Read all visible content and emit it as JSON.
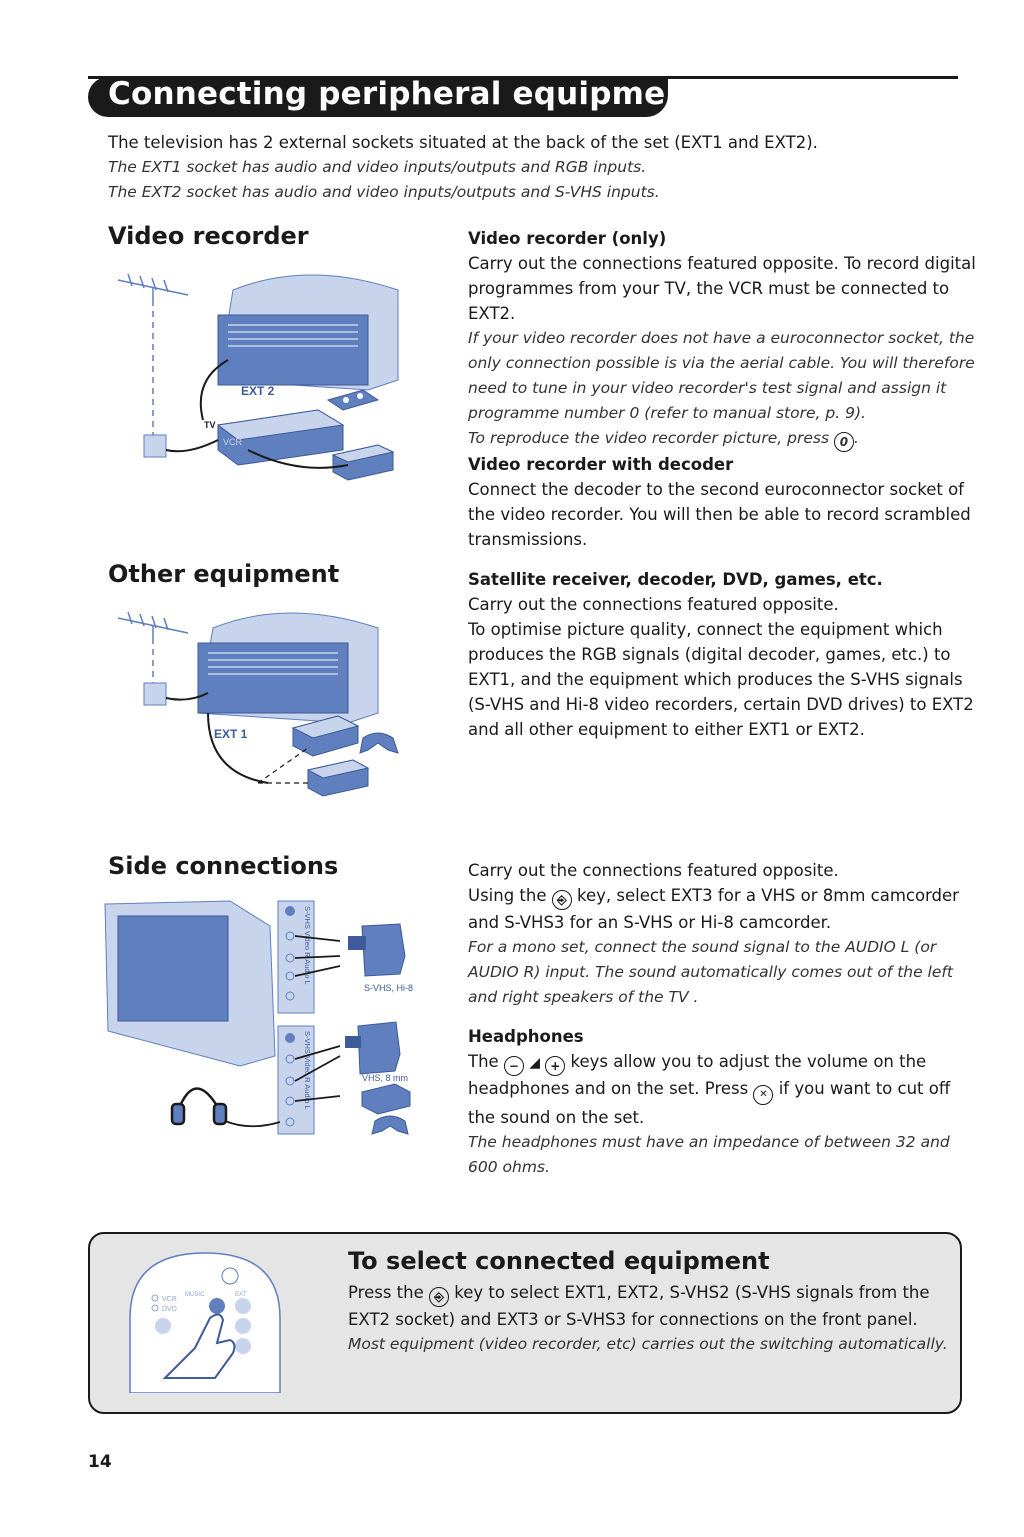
{
  "header": {
    "title": "Connecting peripheral equipment"
  },
  "intro": {
    "line1": "The television has 2 external sockets situated at the back of the set (EXT1 and EXT2).",
    "line2": "The EXT1 socket has audio and video inputs/outputs and RGB inputs.",
    "line3": "The EXT2 socket has audio and video inputs/outputs and S-VHS inputs."
  },
  "video_recorder": {
    "title": "Video recorder",
    "illus_label": "EXT 2",
    "illus_tv_label": "TV",
    "illus_vcr_label": "VCR",
    "sub1": "Video recorder (only)",
    "p1": "Carry out the connections featured opposite. To record digital programmes from your TV, the VCR must be connected to EXT2.",
    "p1_it": "If your video recorder does not have a euroconnector socket, the only connection possible is via the aerial cable. You will therefore need to tune in your video recorder's test signal and assign it programme number 0 (refer to manual store, p. 9).",
    "p2_it_before": "To reproduce the video recorder picture, press",
    "p2_key": "0",
    "p2_it_after": ".",
    "sub2": "Video recorder with decoder",
    "p3": "Connect the decoder to the second euroconnector socket of the video recorder. You will then be able to record scrambled transmissions."
  },
  "other_equipment": {
    "title": "Other equipment",
    "illus_label": "EXT 1",
    "sub1": "Satellite receiver, decoder, DVD, games, etc.",
    "p1": "Carry out the connections featured opposite.",
    "p2": "To optimise picture quality, connect the equipment which produces the RGB signals (digital decoder, games, etc.) to EXT1, and the equipment which produces the S-VHS signals (S-VHS and Hi-8 video recorders, certain DVD drives) to EXT2 and all other equipment to either EXT1 or EXT2."
  },
  "side_connections": {
    "title": "Side connections",
    "illus_label1": "S-VHS, Hi-8",
    "illus_label2": "VHS, 8 mm",
    "illus_socket1": "S-VHS   Video   R Audio L",
    "illus_socket2": "S-VHS   Video   R Audio L",
    "p1": "Carry out the connections featured opposite.",
    "p2_before": "Using the",
    "p2_after": "key, select EXT3 for a VHS or 8mm camcorder and S-VHS3 for an S-VHS or Hi-8 camcorder.",
    "p3_it": "For a mono set, connect the sound signal to the AUDIO L (or AUDIO R) input. The sound automatically comes out of the left and right speakers of the TV .",
    "sub2": "Headphones",
    "p4_before": "The",
    "p4_key_minus": "−",
    "p4_key_plus": "+",
    "p4_middle": "keys allow you to adjust the volume on the headphones and on the set. Press",
    "p4_after": "if you want to cut off the sound on the set.",
    "p5_it": "The headphones must have an impedance of between 32 and 600 ohms."
  },
  "select_box": {
    "title": "To select connected equipment",
    "p1_before": "Press the",
    "p1_after": "key to select EXT1, EXT2, S-VHS2 (S-VHS signals from the EXT2 socket) and EXT3 or S-VHS3 for connections on the front panel.",
    "p2_it": "Most equipment (video recorder, etc) carries out the switching automatically.",
    "remote_vcr": "VCR",
    "remote_dvd": "DVD",
    "remote_music": "MUSIC",
    "remote_ext": "EXT"
  },
  "footer": {
    "page_number": "14"
  },
  "colors": {
    "illustration_blue": "#5f7fbf",
    "illustration_light": "#c7d4ec",
    "box_bg": "#e5e5e5"
  }
}
